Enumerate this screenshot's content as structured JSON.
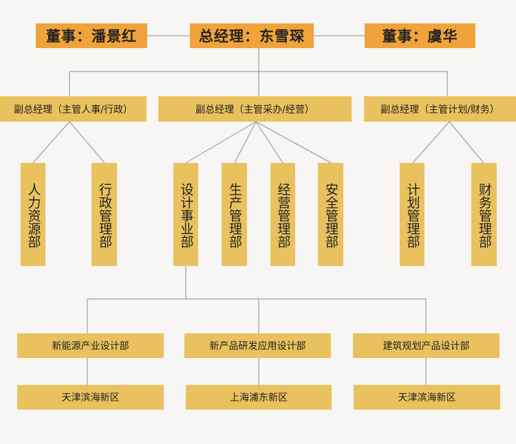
{
  "top": {
    "left_director": "董事：潘景红",
    "general_manager": "总经理：东雪琛",
    "right_director": "董事：虞华"
  },
  "vice_presidents": [
    "副总经理（主管人事/行政）",
    "副总经理（主管采办/经营）",
    "副总经理（主管计划/财务）"
  ],
  "departments": [
    "人力资源部",
    "行政管理部",
    "设计事业部",
    "生产管理部",
    "经营管理部",
    "安全管理部",
    "计划管理部",
    "财务管理部"
  ],
  "design_units": [
    "新能源产业设计部",
    "新产品研发应用设计部",
    "建筑规划产品设计部"
  ],
  "locations": [
    "天津滨海新区",
    "上海浦东新区",
    "天津滨海新区"
  ],
  "colors": {
    "top_box": "#f0a33a",
    "box": "#e9c15e",
    "line": "#8c8c8c",
    "background": "#f7f6f4"
  }
}
